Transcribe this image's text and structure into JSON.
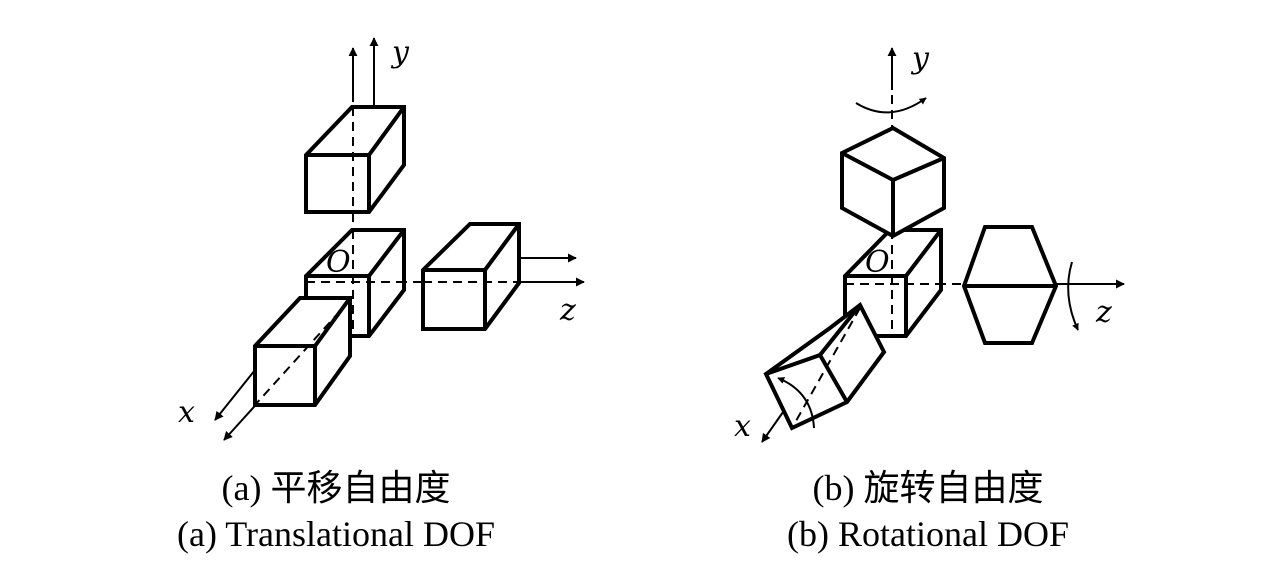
{
  "panel_a": {
    "axis_y": "y",
    "axis_z": "z",
    "axis_x": "x",
    "origin": "O",
    "caption_cn": "(a) 平移自由度",
    "caption_en": "(a) Translational DOF"
  },
  "panel_b": {
    "axis_y": "y",
    "axis_z": "z",
    "axis_x": "x",
    "origin": "O",
    "caption_cn": "(b) 旋转自由度",
    "caption_en": "(b) Rotational DOF"
  }
}
